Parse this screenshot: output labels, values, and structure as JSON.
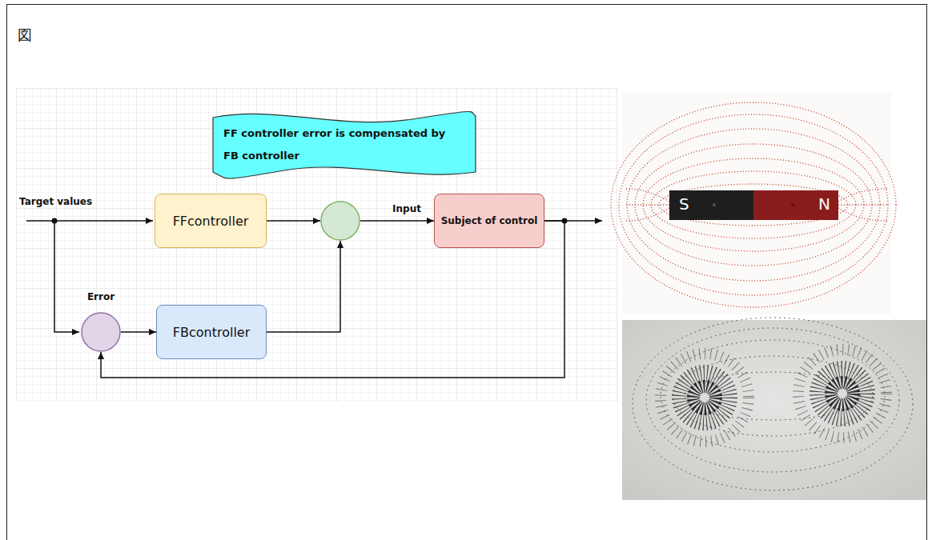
{
  "diagram": {
    "nodes": [
      {
        "text": [
          "FF controller error is compensated by FB controller"
        ]
      },
      {
        "text": [
          "FFcontroller"
        ]
      },
      {
        "text": []
      },
      {
        "text": [
          "Subject of control"
        ]
      },
      {
        "text": [
          "Error"
        ]
      },
      {
        "text": [
          "FBcontroller"
        ]
      }
    ],
    "edges": [
      {
        "from": 1,
        "to": 2,
        "arrow": "to"
      },
      {
        "from": 5,
        "to": 2,
        "arrow": "to"
      },
      {
        "from": 2,
        "to": 3,
        "arrow": "to",
        "label": "Input"
      },
      {
        "from": 3,
        "to": 4,
        "arrow": "to"
      },
      {
        "from": 4,
        "to": 5,
        "arrow": "to"
      }
    ],
    "labels": [
      "図",
      "Target values",
      "S",
      "N"
    ]
  }
}
